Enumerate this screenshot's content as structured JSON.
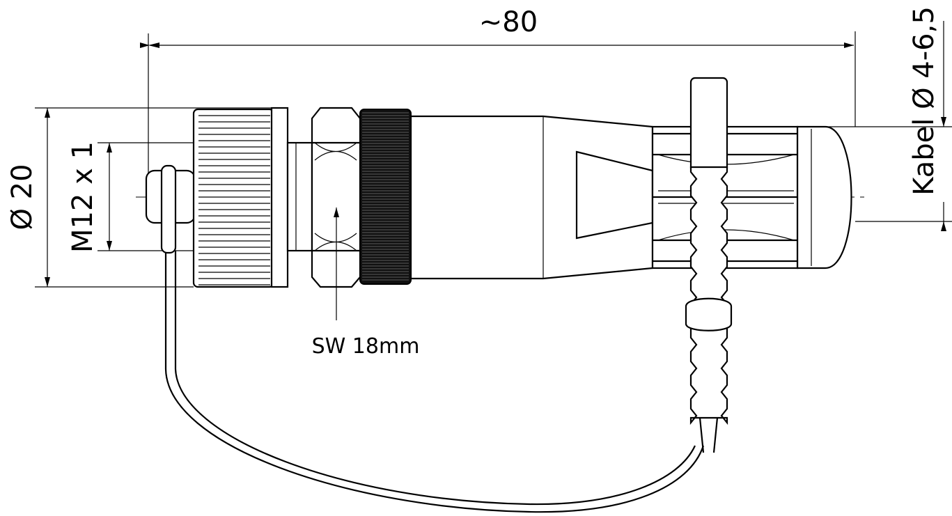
{
  "drawing": {
    "overall_length": "~80",
    "cable_diameter": "Kabel Ø 4-6,5",
    "outer_diameter": "Ø 20",
    "thread": "M12 x 1",
    "wrench_size": "SW 18mm"
  }
}
